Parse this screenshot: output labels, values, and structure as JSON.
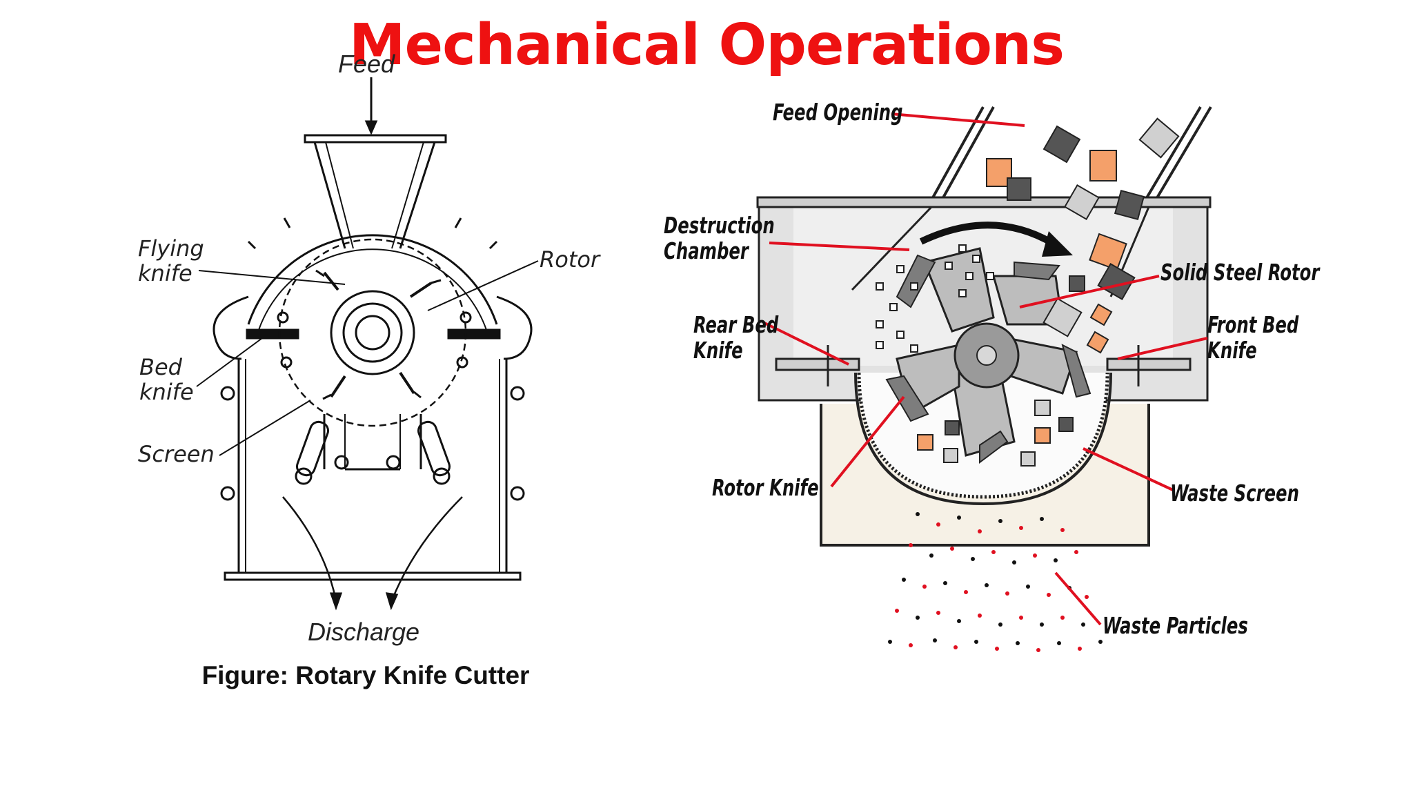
{
  "title": "Mechanical Operations",
  "left_figure": {
    "feed": "Feed",
    "flying_knife": [
      "Flying",
      "knife"
    ],
    "rotor": "Rotor",
    "bed_knife": [
      "Bed",
      "knife"
    ],
    "screen": "Screen",
    "discharge": "Discharge",
    "caption": "Figure: Rotary Knife Cutter"
  },
  "right_figure": {
    "feed_opening": "Feed Opening",
    "destruction_chamber": [
      "Destruction",
      "Chamber"
    ],
    "solid_steel_rotor": "Solid Steel Rotor",
    "rear_bed_knife": [
      "Rear Bed",
      "Knife"
    ],
    "front_bed_knife": [
      "Front Bed",
      "Knife"
    ],
    "rotor_knife": "Rotor Knife",
    "waste_screen": "Waste Screen",
    "waste_particles": "Waste Particles"
  },
  "colors": {
    "title": "#ee1111",
    "leader_line": "#e01020",
    "chamber_fill": "#e2e2e2",
    "rotor_fill": "#bdbdbd",
    "orange_chunk": "#f4a06a"
  }
}
